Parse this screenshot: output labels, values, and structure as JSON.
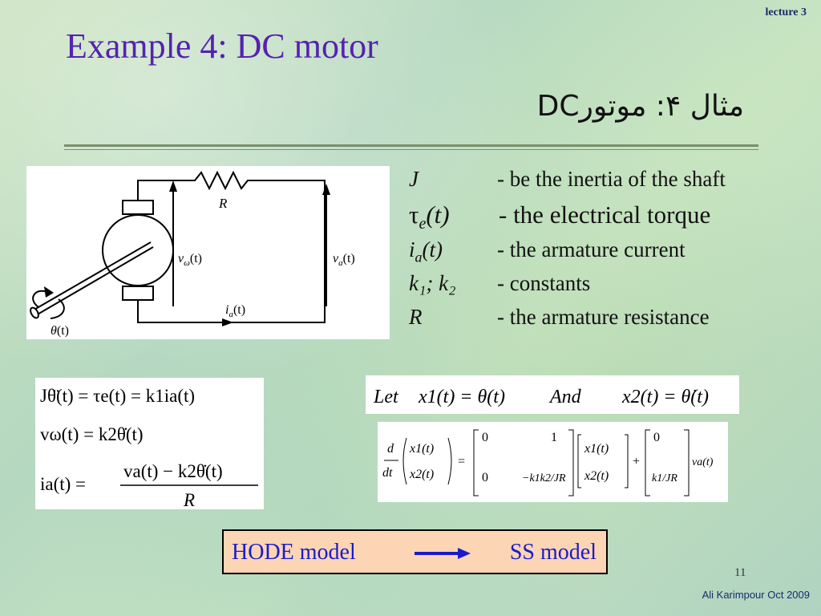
{
  "header": {
    "lecture": "lecture 3"
  },
  "title": "Example 4: DC motor",
  "persian_title": "مثال ۴: موتورDC",
  "circuit": {
    "resistor_label": "R",
    "omega_voltage": "v",
    "omega_sub": "ω",
    "applied_voltage": "v",
    "applied_sub": "a",
    "current": "i",
    "current_sub": "a",
    "angle": "θ",
    "time_arg": "(t)"
  },
  "definitions": [
    {
      "symbol": "J",
      "desc": "- be the inertia of the shaft"
    },
    {
      "symbol_main": "τ",
      "symbol_sub": "e",
      "symbol_arg": "(t)",
      "desc": "- the electrical torque"
    },
    {
      "symbol_main": "i",
      "symbol_sub": "a",
      "symbol_arg": "(t)",
      "desc": "- the armature current"
    },
    {
      "symbol": "k₁; k₂",
      "desc": "- constants"
    },
    {
      "symbol": "R",
      "desc": "- the armature resistance"
    }
  ],
  "equations": {
    "eq1": "Jθ̈(t) = τe(t) = k1ia(t)",
    "eq2": "vω(t) = k2θ̇(t)",
    "eq3_lhs": "ia(t) =",
    "eq3_num": "va(t) − k2θ̇(t)",
    "eq3_den": "R"
  },
  "let_statement": {
    "let": "Let",
    "x1": "x1(t) = θ(t)",
    "and": "And",
    "x2": "x2(t) = θ̇(t)"
  },
  "state_space": {
    "d": "d",
    "dt": "dt",
    "x1": "x1(t)",
    "x2": "x2(t)",
    "A": [
      [
        "0",
        "1"
      ],
      [
        "0",
        "−k1k2/JR"
      ]
    ],
    "B": [
      "0",
      "k1/JR"
    ],
    "input": "va(t)"
  },
  "model": {
    "left": "HODE model",
    "right": "SS model"
  },
  "footer": {
    "page": "11",
    "author": "Ali Karimpour  Oct 2009"
  }
}
